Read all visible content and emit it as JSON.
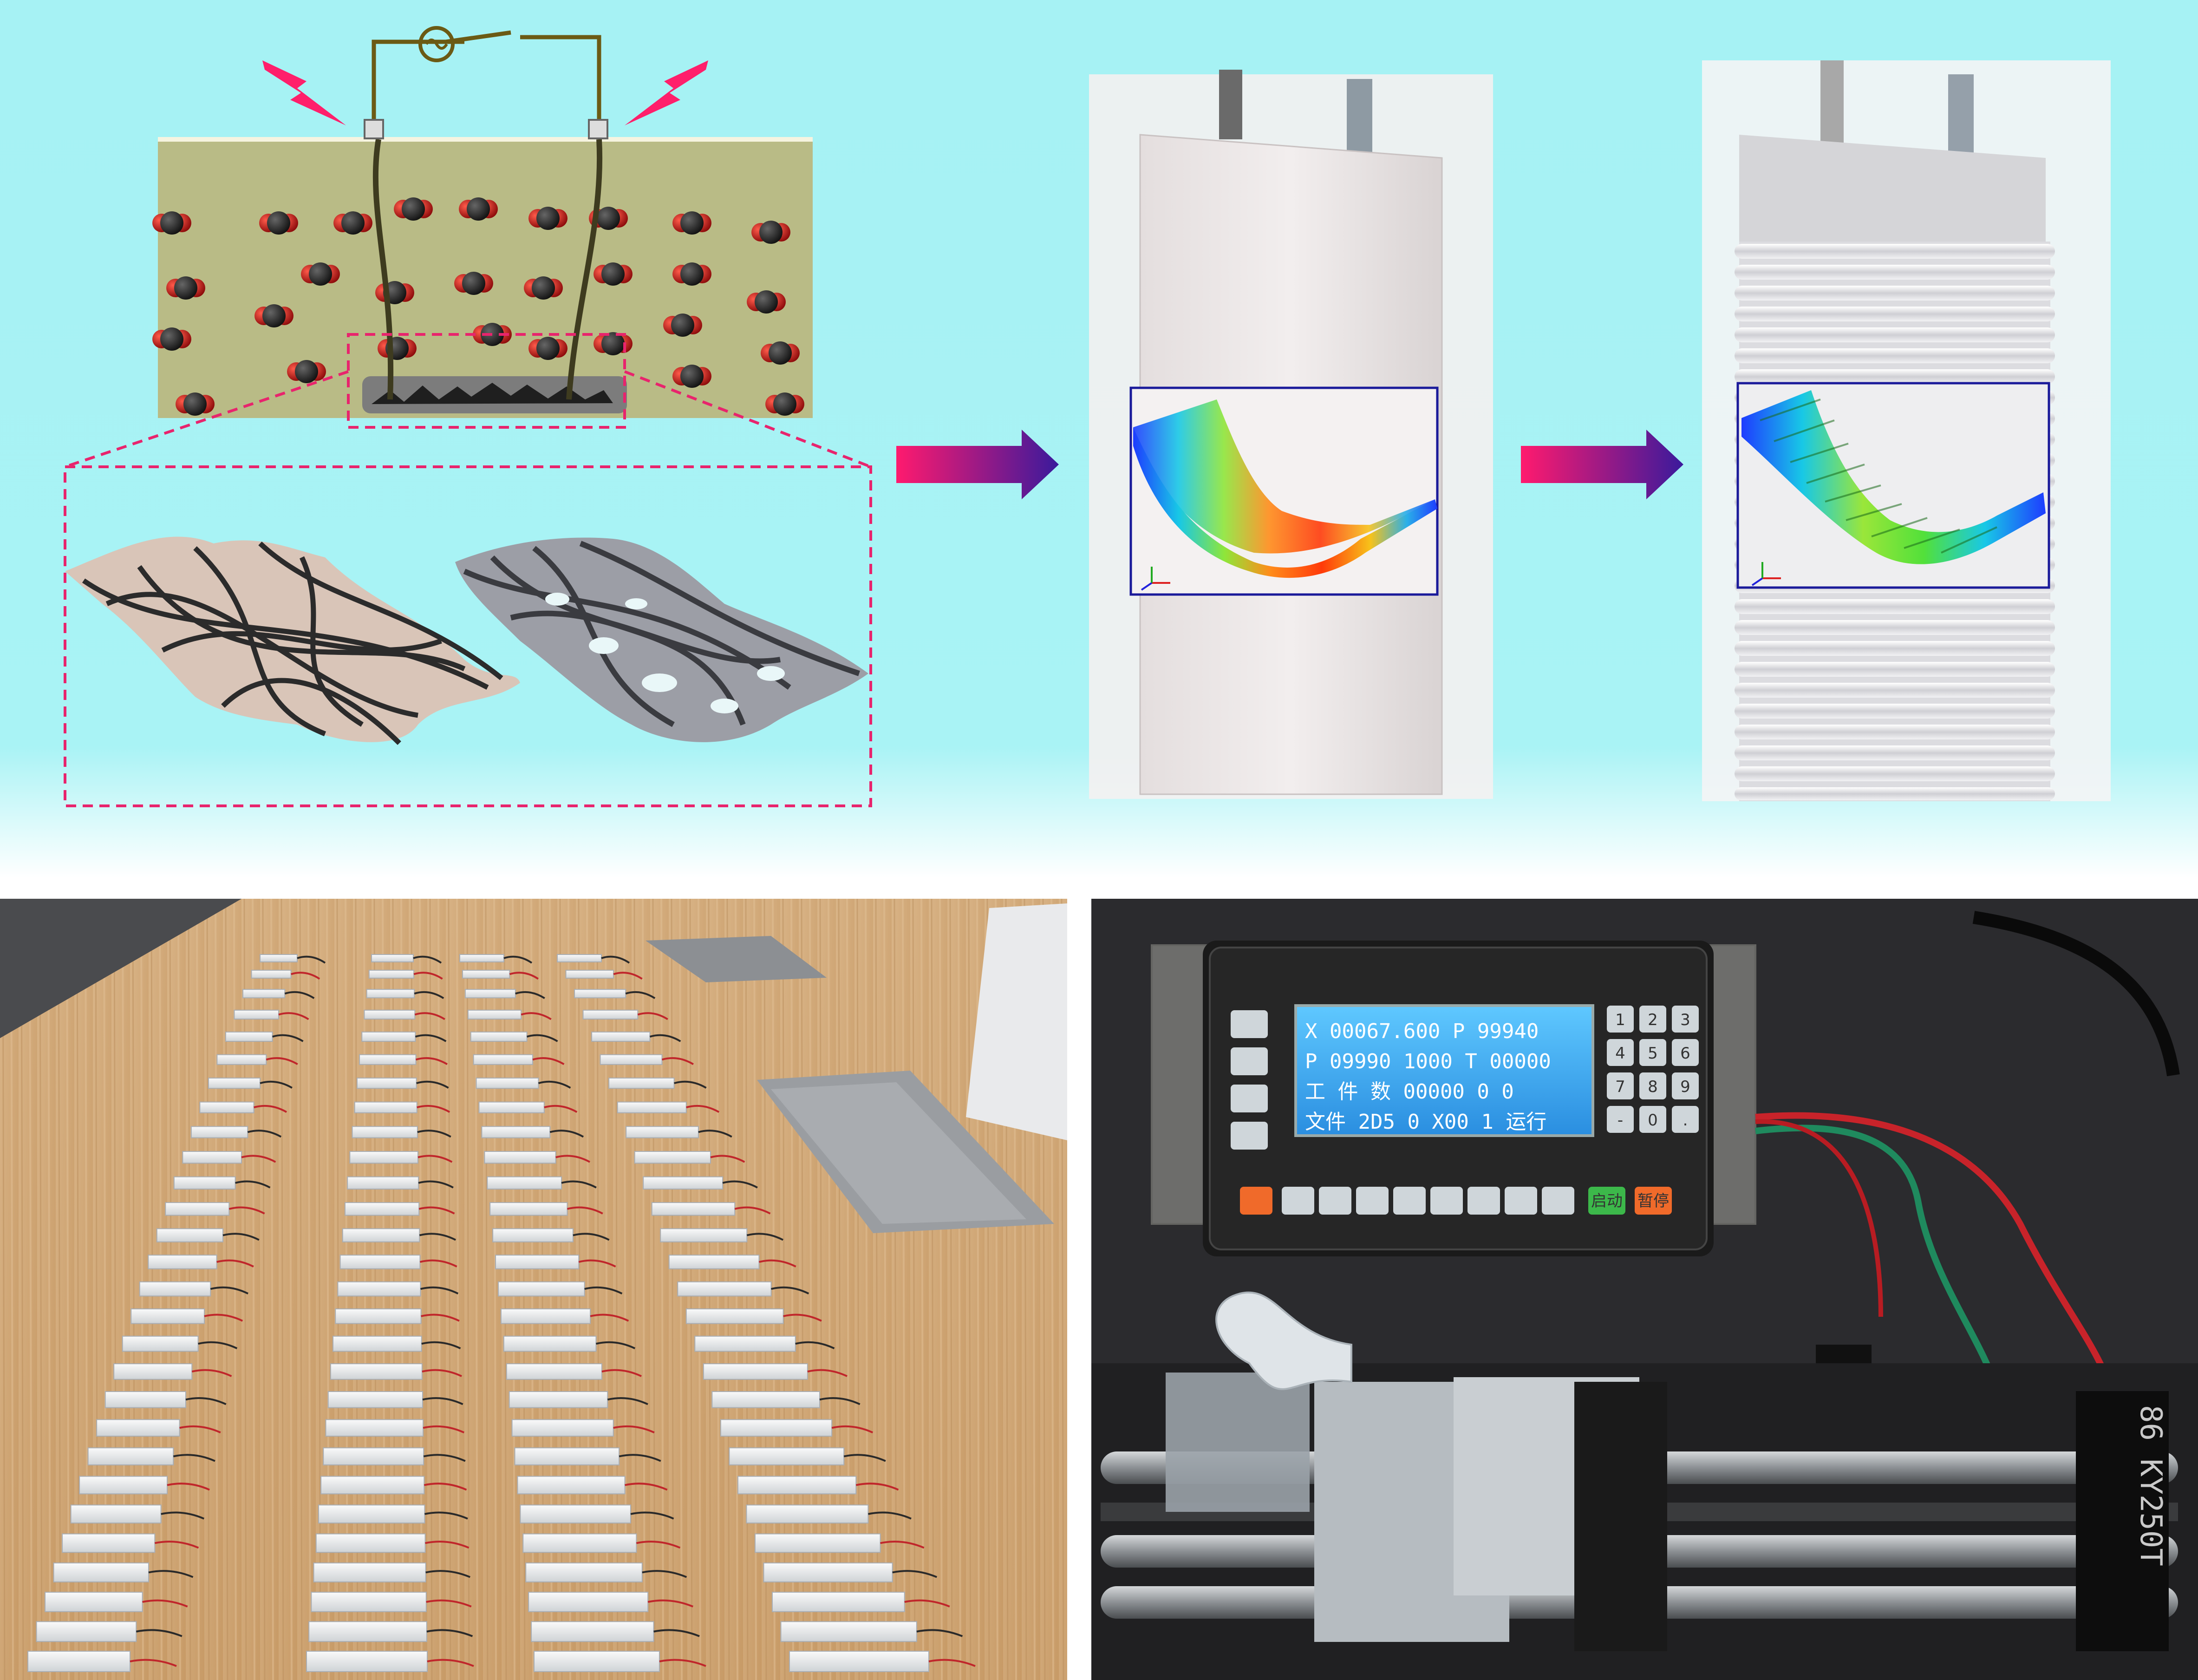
{
  "colors": {
    "background_gradient_top": "#a6f2f4",
    "background_gradient_bottom": "#ffffff",
    "arrow_start": "#ff1a6e",
    "arrow_end": "#3a1a9c",
    "dashed_box": "#e8246d",
    "lightning": "#ff1f6b",
    "wire": "#6b5a14",
    "soil": "#b9bb86",
    "inset_frame": "#1a1a9a"
  },
  "icons": {
    "lightning": "lightning-bolt-icon",
    "switch": "ac-source-switch-icon",
    "arrow": "process-arrow-icon",
    "axes": "xyz-axes-icon"
  },
  "controller": {
    "lcd_lines": [
      "X 00067.600  P 99940",
      "P 09990 1000  T 00000",
      "工 件 数 00000   0 0",
      "文件 2D5 0 X00 1 运行"
    ],
    "keypad": [
      "1",
      "2",
      "3",
      "4",
      "5",
      "6",
      "7",
      "8",
      "9",
      "-",
      "0",
      "."
    ],
    "bottom_keys": [
      "启动",
      "暂停"
    ]
  },
  "stage_label": "86 KY250T"
}
